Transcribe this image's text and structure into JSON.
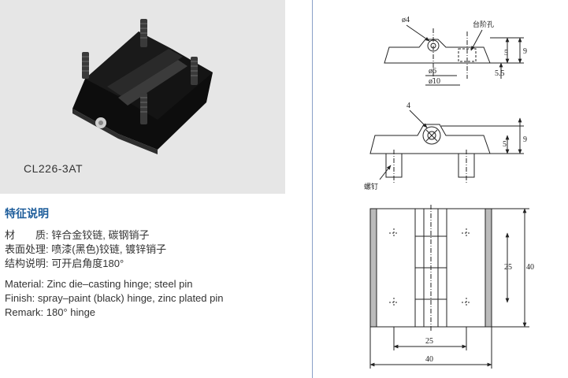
{
  "product": {
    "model": "CL226-3AT"
  },
  "features": {
    "title": "特征说明",
    "cn": [
      {
        "label": "材　　质:",
        "value": "锌合金铰链, 碳钢销子"
      },
      {
        "label": "表面处理:",
        "value": "喷漆(黑色)铰链, 镀锌销子"
      },
      {
        "label": "结构说明:",
        "value": "可开启角度180°"
      }
    ],
    "en": [
      "Material: Zinc die–casting hinge; steel pin",
      "Finish: spray–paint (black) hinge, zinc plated pin",
      "Remark: 180° hinge"
    ]
  },
  "drawing": {
    "top_view": {
      "pin_dia": "ø4",
      "step_hole": "台阶孔",
      "bolt_dia": "ø6",
      "head_dia": "ø10",
      "dim_a": "5",
      "dim_b": "9",
      "dim_c": "5.5"
    },
    "mid_view": {
      "pin_dia": "4",
      "dim_a": "5",
      "dim_b": "9",
      "screw": "螺钉"
    },
    "plan_view": {
      "inner": "25",
      "height": "40",
      "bottom_inner": "25",
      "width": "40"
    }
  }
}
